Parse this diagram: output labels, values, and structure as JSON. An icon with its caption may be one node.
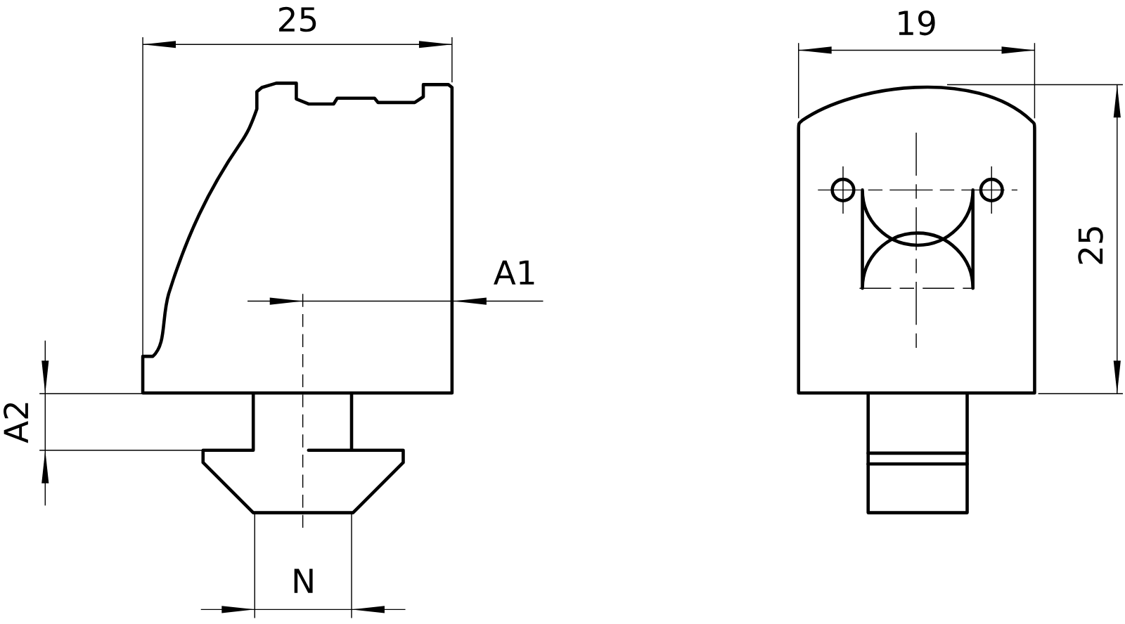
{
  "diagram": {
    "labels": [
      "25",
      "19",
      "A1",
      "25",
      "A2",
      "N"
    ]
  }
}
